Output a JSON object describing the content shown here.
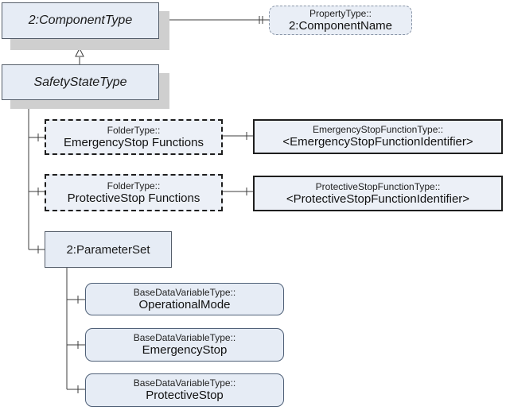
{
  "nodes": {
    "component_type": {
      "label": "2:ComponentType"
    },
    "safety_state_type": {
      "label": "SafetyStateType"
    },
    "component_name": {
      "type": "PropertyType::",
      "name": "2:ComponentName"
    },
    "emergency_folder": {
      "type": "FolderType::",
      "name": "EmergencyStop Functions"
    },
    "emergency_function": {
      "type": "EmergencyStopFunctionType::",
      "name": "<EmergencyStopFunctionIdentifier>"
    },
    "protective_folder": {
      "type": "FolderType::",
      "name": "ProtectiveStop Functions"
    },
    "protective_function": {
      "type": "ProtectiveStopFunctionType::",
      "name": "<ProtectiveStopFunctionIdentifier>"
    },
    "parameter_set": {
      "label": "2:ParameterSet"
    },
    "operational_mode": {
      "type": "BaseDataVariableType::",
      "name": "OperationalMode"
    },
    "emergency_stop": {
      "type": "BaseDataVariableType::",
      "name": "EmergencyStop"
    },
    "protective_stop": {
      "type": "BaseDataVariableType::",
      "name": "ProtectiveStop"
    }
  },
  "colors": {
    "line": "#3c3c3c",
    "node_fill": "#e6ecf5",
    "shadow": "#cfcfcf"
  }
}
